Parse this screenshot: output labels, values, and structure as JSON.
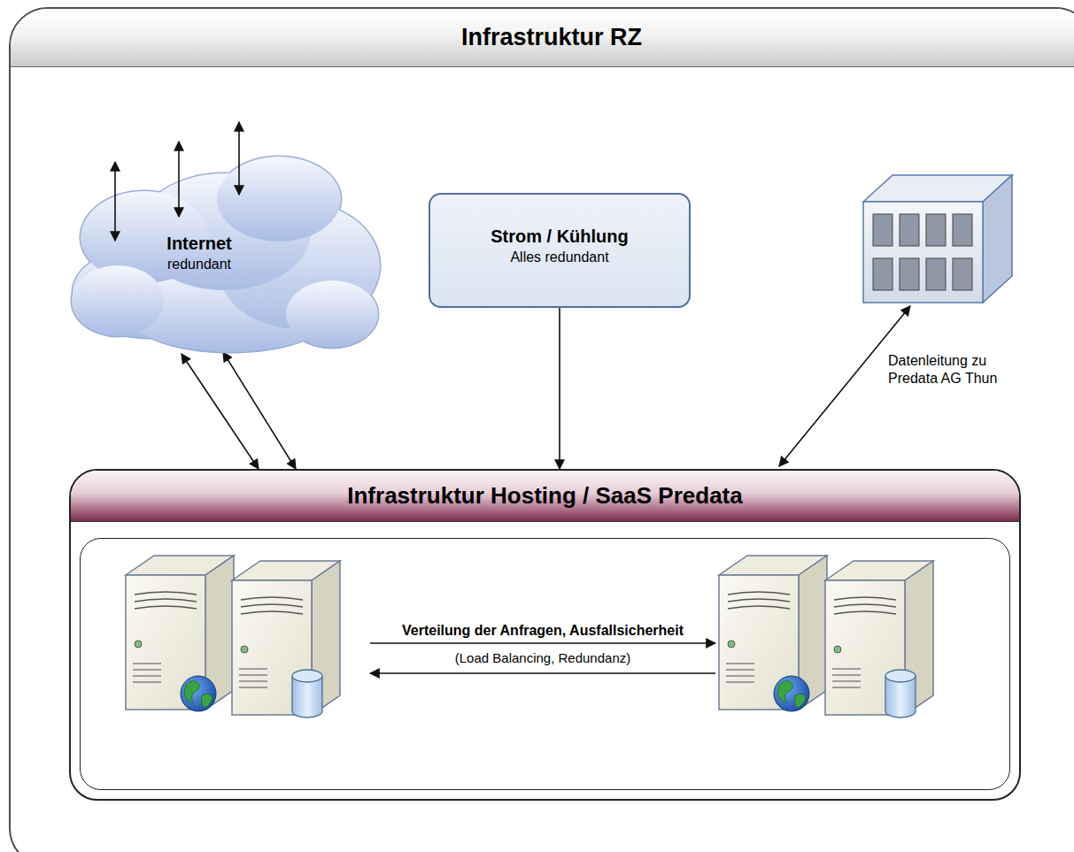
{
  "diagram": {
    "nodes": [
      {
        "text": [
          "Infrastruktur RZ"
        ]
      },
      {
        "text": [
          "Internet",
          "redundant"
        ],
        "in": 0
      },
      {
        "text": [
          "Strom / Kühlung",
          "Alles redundant"
        ],
        "in": 0
      },
      {
        "text": [
          "Infrastruktur Hosting / SaaS Predata"
        ],
        "in": 0
      }
    ],
    "edges": [
      {
        "from": 1,
        "to": 3,
        "arrow": "both"
      },
      {
        "from": 1,
        "to": 3,
        "arrow": "both"
      },
      {
        "from": 2,
        "to": 3,
        "arrow": "to"
      }
    ],
    "labels": [
      "Datenleitung zu Predata AG Thun",
      "Verteilung der Anfragen, Ausfallsicherheit",
      "(Load Balancing, Redundanz)"
    ]
  }
}
